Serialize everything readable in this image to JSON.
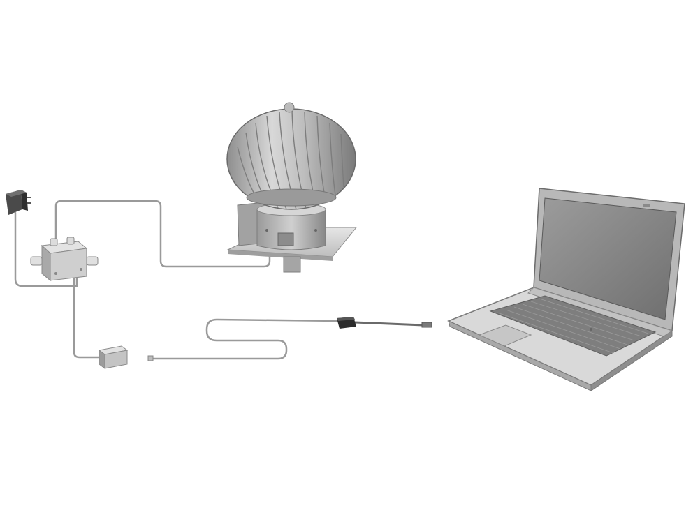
{
  "diagram": {
    "components": [
      {
        "id": "power-adapter",
        "icon": "power-plug-icon"
      },
      {
        "id": "junction-box",
        "icon": "junction-box-icon"
      },
      {
        "id": "roof-turbine-ventilator",
        "icon": "turbine-ventilator-icon"
      },
      {
        "id": "interface-module",
        "icon": "interface-box-icon"
      },
      {
        "id": "usb-adapter",
        "icon": "usb-adapter-icon"
      },
      {
        "id": "laptop",
        "icon": "laptop-icon"
      }
    ],
    "connections": [
      [
        "power-adapter",
        "junction-box"
      ],
      [
        "junction-box",
        "roof-turbine-ventilator"
      ],
      [
        "junction-box",
        "interface-module"
      ],
      [
        "interface-module",
        "usb-adapter"
      ],
      [
        "usb-adapter",
        "laptop"
      ]
    ],
    "colors": {
      "background": "#ffffff",
      "metal_light": "#c9c9c9",
      "metal_dark": "#6e6e6e",
      "screen": "#8a8a8a",
      "cable": "#9a9a9a"
    }
  }
}
